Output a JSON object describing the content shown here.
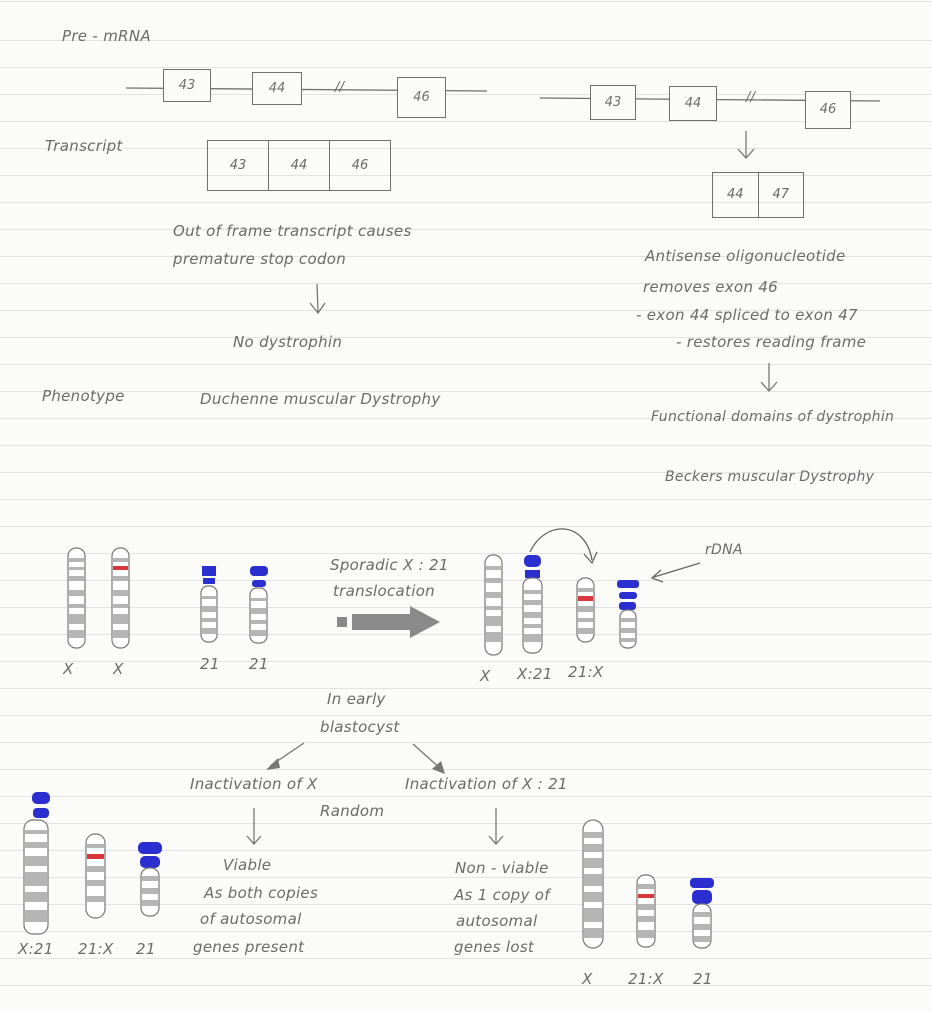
{
  "top_left": {
    "premrna_label": "Pre - mRNA",
    "exons": [
      "43",
      "44",
      "46"
    ],
    "break_mark": "//",
    "transcript_label": "Transcript",
    "transcript_exons": [
      "43",
      "44",
      "46"
    ],
    "out_of_frame_line1": "Out of frame transcript causes",
    "out_of_frame_line2": "premature stop codon",
    "no_dystrophin": "No dystrophin",
    "phenotype_label": "Phenotype",
    "dmd": "Duchenne muscular Dystrophy"
  },
  "top_right": {
    "exons": [
      "43",
      "44",
      "46"
    ],
    "break_mark": "//",
    "transcript_exons": [
      "44",
      "47"
    ],
    "aso_line1": "Antisense oligonucleotide",
    "aso_line2": "removes exon 46",
    "aso_line3": "- exon 44 spliced to exon 47",
    "aso_line4": "- restores reading frame",
    "functional": "Functional domains of dystrophin",
    "bmd": "Beckers muscular Dystrophy"
  },
  "bottom": {
    "labels_left": [
      "X",
      "X",
      "21",
      "21"
    ],
    "translocation_line1": "Sporadic X : 21",
    "translocation_line2": "translocation",
    "labels_right": [
      "X",
      "X:21",
      "21:X"
    ],
    "rdna": "rDNA",
    "early_line1": "In early",
    "early_line2": "blastocyst",
    "inactivation_x": "Inactivation of X",
    "random": "Random",
    "inactivation_x21": "Inactivation of X : 21",
    "viable_line1": "Viable",
    "viable_line2": "As both copies",
    "viable_line3": "of autosomal",
    "viable_line4": "genes present",
    "nonviable_line1": "Non - viable",
    "nonviable_line2": "As 1 copy of",
    "nonviable_line3": "autosomal",
    "nonviable_line4": "genes lost",
    "labels_bottom_left": [
      "X:21",
      "21:X",
      "21"
    ],
    "labels_bottom_right": [
      "X",
      "21:X",
      "21"
    ]
  },
  "colors": {
    "ink": "#6b6b6b",
    "blue": "#2b2fd0",
    "red": "#d9383a",
    "grey_band": "#b9b9b9"
  }
}
